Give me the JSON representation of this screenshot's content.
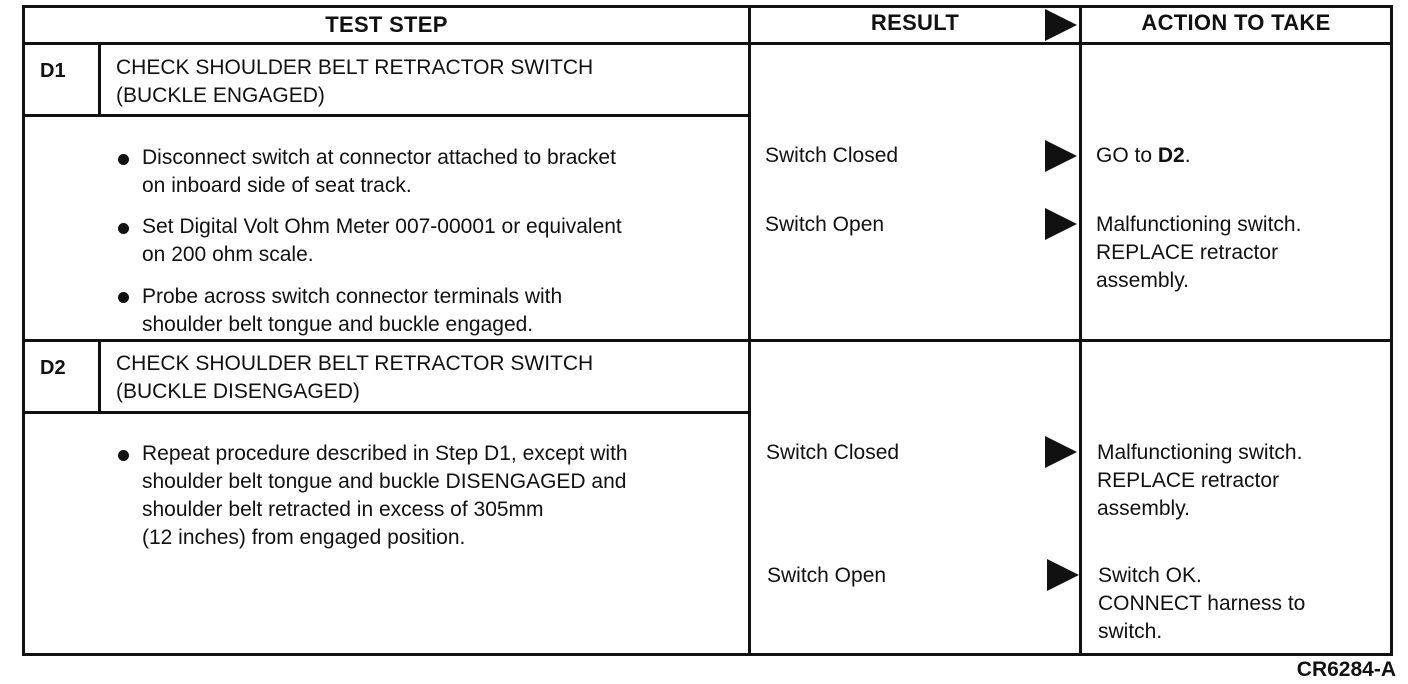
{
  "headers": {
    "test_step": "TEST STEP",
    "result": "RESULT",
    "action": "ACTION TO TAKE"
  },
  "steps": [
    {
      "id": "D1",
      "title_line1": "CHECK SHOULDER BELT RETRACTOR SWITCH",
      "title_line2": "(BUCKLE ENGAGED)",
      "bullets": [
        [
          "Disconnect switch at connector attached to bracket",
          "on inboard side of seat track."
        ],
        [
          "Set Digital Volt Ohm Meter 007-00001 or equivalent",
          "on 200 ohm scale."
        ],
        [
          "Probe across switch connector terminals with",
          "shoulder belt tongue and buckle engaged."
        ]
      ],
      "results": [
        {
          "result": "Switch Closed",
          "action_prefix": "GO to ",
          "action_bold": "D2",
          "action_suffix": "."
        },
        {
          "result": "Switch Open",
          "action_lines": [
            "Malfunctioning switch.",
            "REPLACE retractor",
            "assembly."
          ]
        }
      ]
    },
    {
      "id": "D2",
      "title_line1": "CHECK SHOULDER BELT RETRACTOR SWITCH",
      "title_line2": "(BUCKLE DISENGAGED)",
      "bullets": [
        [
          "Repeat procedure described in Step D1, except with",
          "shoulder belt tongue and buckle DISENGAGED and",
          "shoulder belt retracted in excess of 305mm",
          "(12 inches) from engaged position."
        ]
      ],
      "results": [
        {
          "result": "Switch Closed",
          "action_lines": [
            "Malfunctioning switch.",
            "REPLACE retractor",
            "assembly."
          ]
        },
        {
          "result": "Switch Open",
          "action_lines": [
            "Switch OK.",
            "CONNECT harness to",
            "switch."
          ]
        }
      ]
    }
  ],
  "figure_id": "CR6284-A"
}
